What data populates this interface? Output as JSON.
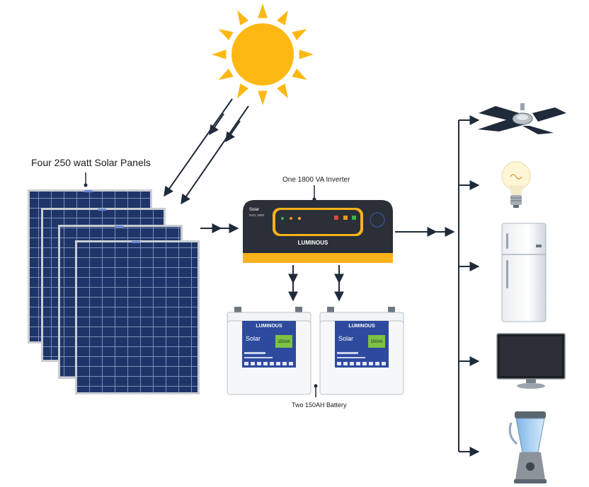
{
  "labels": {
    "panels": "Four 250 watt Solar Panels",
    "inverter": "One 1800 VA Inverter",
    "battery": "Two 150AH Battery"
  },
  "inverter": {
    "brand": "LUMINOUS",
    "logo_line1": "Solar",
    "logo_line2": "NXG 1800"
  },
  "battery": {
    "brand": "LUMINOUS",
    "logo": "Solar",
    "capacity": "150Ah"
  },
  "counts": {
    "panels": 4,
    "batteries": 2,
    "appliances": 5
  },
  "appliances": [
    "ceiling-fan",
    "light-bulb",
    "refrigerator",
    "television",
    "blender"
  ],
  "colors": {
    "sun": "#FDB813",
    "panel_cell": "#1F3468",
    "panel_frame": "#C9CDD2",
    "inverter_body": "#F7B21B",
    "inverter_panel": "#2A2F38",
    "arrow": "#1F2A3A",
    "battery_label": "#2E4A9E"
  }
}
